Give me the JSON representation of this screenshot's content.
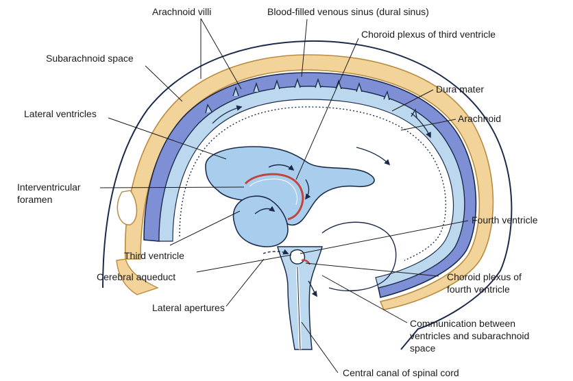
{
  "labels": {
    "arachnoid_villi": "Arachnoid villi",
    "venous_sinus": "Blood-filled venous sinus (dural sinus)",
    "choroid_plexus_third": "Choroid plexus of third ventricle",
    "subarachnoid_space": "Subarachnoid space",
    "dura_mater": "Dura mater",
    "lateral_ventricles": "Lateral ventricles",
    "arachnoid": "Arachnoid",
    "interventricular_1": "Interventricular",
    "interventricular_2": "foramen",
    "fourth_ventricle": "Fourth ventricle",
    "third_ventricle": "Third ventricle",
    "cerebral_aqueduct": "Cerebral aqueduct",
    "choroid_plexus_fourth_1": "Choroid plexus of",
    "choroid_plexus_fourth_2": "fourth ventricle",
    "lateral_apertures": "Lateral apertures",
    "communication_1": "Communication between",
    "communication_2": "ventricles and subarachnoid",
    "communication_3": "space",
    "central_canal": "Central canal of spinal cord"
  },
  "colors": {
    "bone": "#f2d49a",
    "bone_edge": "#b98a3e",
    "sinus_blue": "#7f8fd6",
    "csf_light_blue": "#bcd8ee",
    "ventricle_blue": "#a9cdec",
    "outline": "#1b2a4a",
    "choroid_red": "#c0453d"
  }
}
